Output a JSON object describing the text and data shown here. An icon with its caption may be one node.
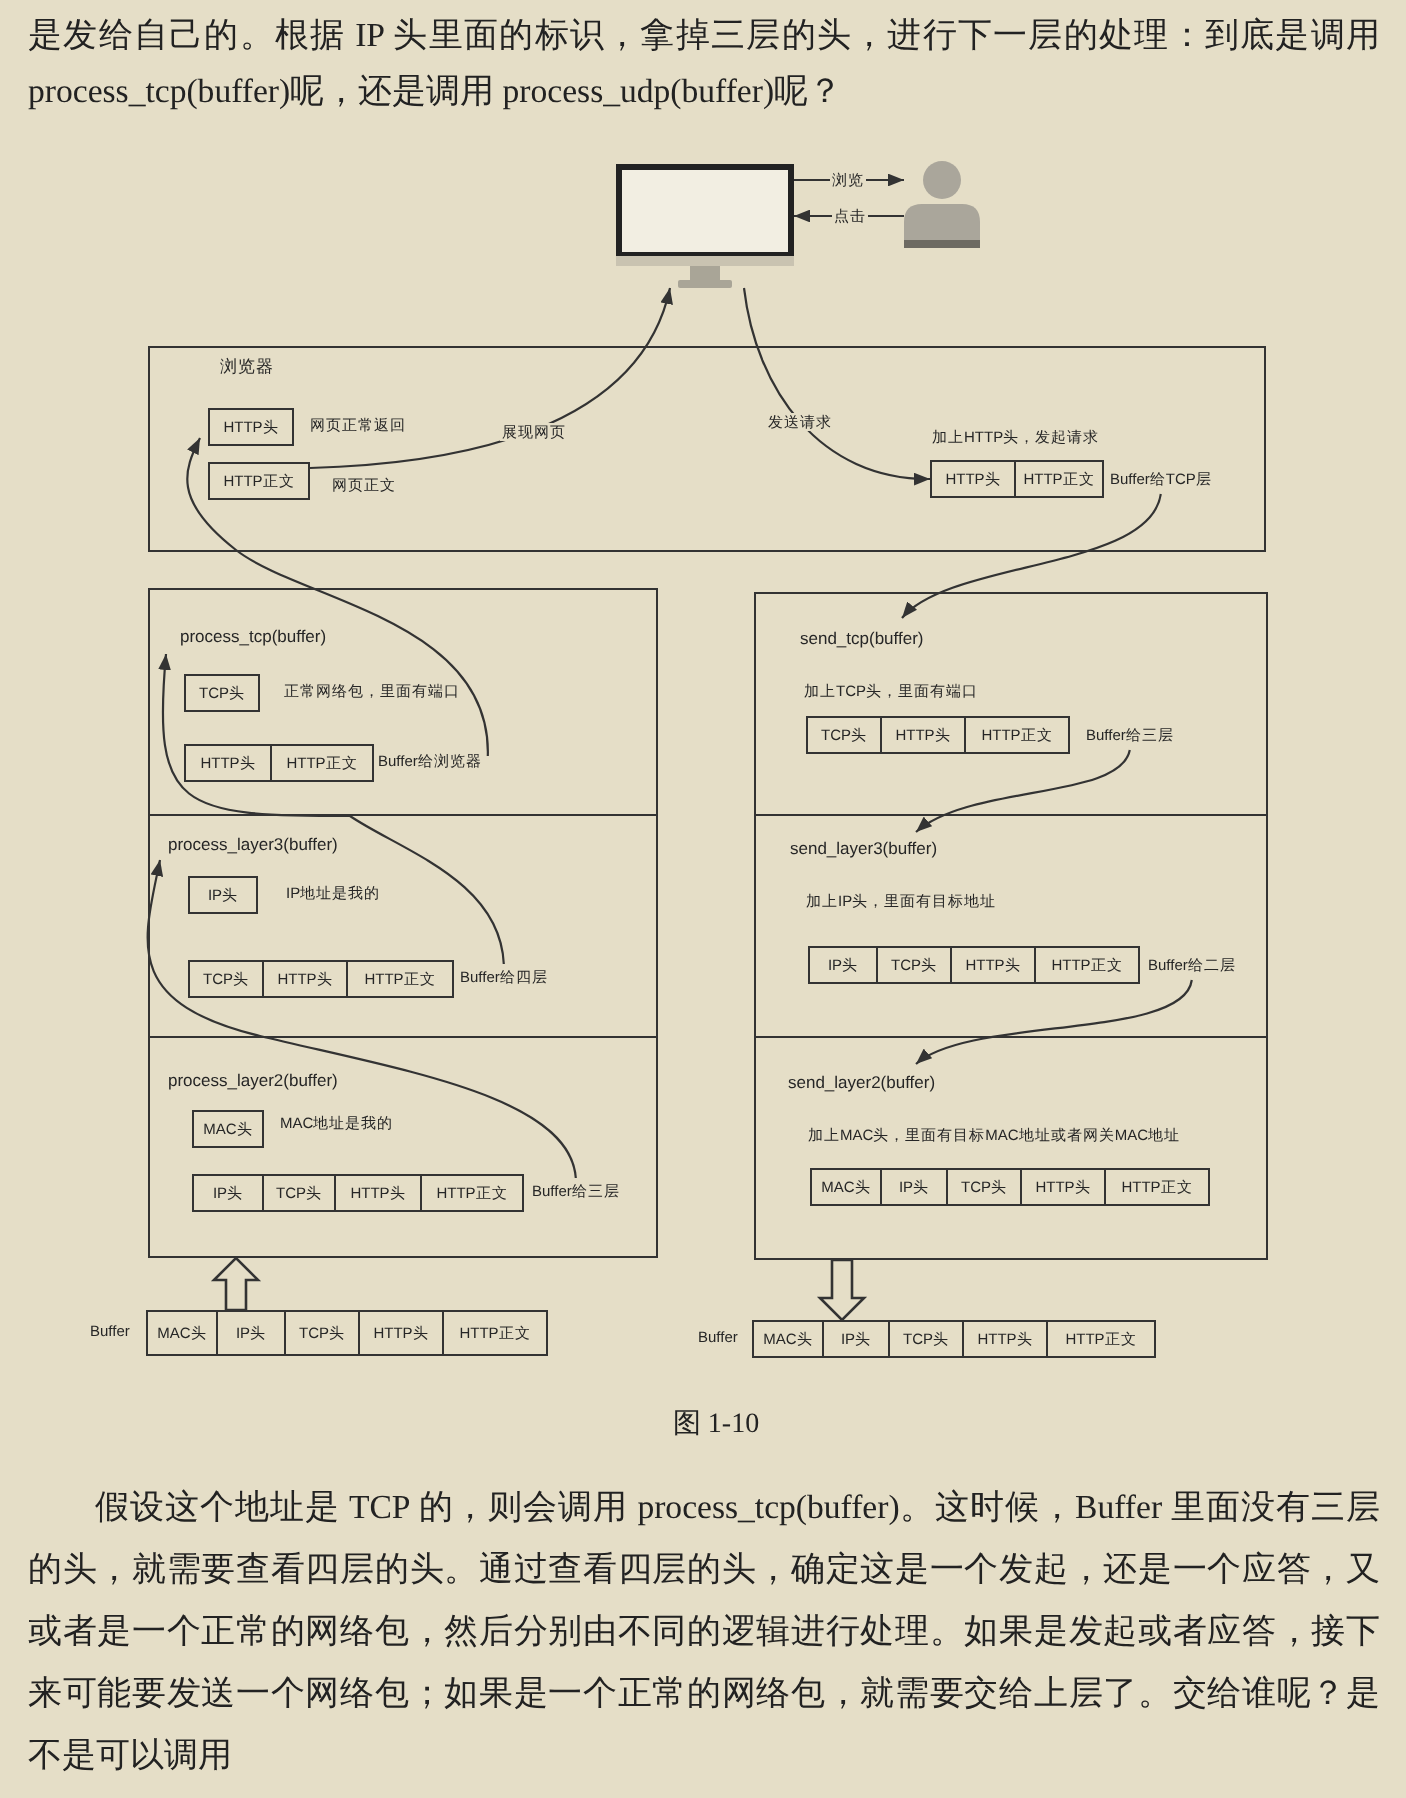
{
  "diagram": {
    "caption": "图 1-10",
    "nodes": [
      {
        "text": [],
        "shape": "monitor"
      },
      {
        "text": [],
        "shape": "person"
      },
      {
        "text": [
          "浏览器"
        ]
      },
      {
        "text": [
          "HTTP头"
        ],
        "in": 2,
        "beside": [
          "网页正常返回"
        ]
      },
      {
        "text": [
          "HTTP正文"
        ],
        "in": 2,
        "beside": [
          "网页正文"
        ]
      },
      {
        "text": [],
        "shape": "box",
        "in": 2,
        "beside": [
          "加上HTTP头，发起请求"
        ]
      },
      {
        "text": [
          "HTTP头"
        ],
        "in": 5
      },
      {
        "text": [
          "HTTP正文"
        ],
        "in": 5
      },
      {
        "text": [
          "Buffer给TCP层"
        ],
        "in": 2
      },
      {
        "text": [
          "process_tcp(buffer)"
        ]
      },
      {
        "text": [
          "TCP头"
        ],
        "in": 9,
        "beside": [
          "正常网络包，里面有端口"
        ]
      },
      {
        "text": [],
        "shape": "box",
        "in": 9
      },
      {
        "text": [
          "HTTP头"
        ],
        "in": 11
      },
      {
        "text": [
          "HTTP正文"
        ],
        "in": 11
      },
      {
        "text": [
          "Buffer给浏览器"
        ],
        "in": 9
      },
      {
        "text": [
          "process_layer3(buffer)"
        ]
      },
      {
        "text": [
          "IP头"
        ],
        "in": 15,
        "beside": [
          "IP地址是我的"
        ]
      },
      {
        "text": [],
        "shape": "box",
        "in": 15
      },
      {
        "text": [
          "TCP头"
        ],
        "in": 17
      },
      {
        "text": [
          "HTTP头"
        ],
        "in": 17
      },
      {
        "text": [
          "HTTP正文"
        ],
        "in": 17
      },
      {
        "text": [
          "Buffer给四层"
        ],
        "in": 15
      },
      {
        "text": [
          "process_layer2(buffer)"
        ]
      },
      {
        "text": [
          "MAC头"
        ],
        "in": 22,
        "beside": [
          "MAC地址是我的"
        ]
      },
      {
        "text": [],
        "shape": "box",
        "in": 22
      },
      {
        "text": [
          "IP头"
        ],
        "in": 24
      },
      {
        "text": [
          "TCP头"
        ],
        "in": 24
      },
      {
        "text": [
          "HTTP头"
        ],
        "in": 24
      },
      {
        "text": [
          "HTTP正文"
        ],
        "in": 24
      },
      {
        "text": [
          "Buffer给三层"
        ],
        "in": 22
      },
      {
        "text": [],
        "shape": "box",
        "beside": [
          "Buffer"
        ]
      },
      {
        "text": [
          "MAC头"
        ],
        "in": 30
      },
      {
        "text": [
          "IP头"
        ],
        "in": 30
      },
      {
        "text": [
          "TCP头"
        ],
        "in": 30
      },
      {
        "text": [
          "HTTP头"
        ],
        "in": 30
      },
      {
        "text": [
          "HTTP正文"
        ],
        "in": 30
      },
      {
        "text": [
          "send_tcp(buffer)"
        ]
      },
      {
        "text": [],
        "shape": "box",
        "in": 36,
        "beside": [
          "加上TCP头，里面有端口"
        ]
      },
      {
        "text": [
          "TCP头"
        ],
        "in": 37
      },
      {
        "text": [
          "HTTP头"
        ],
        "in": 37
      },
      {
        "text": [
          "HTTP正文"
        ],
        "in": 37
      },
      {
        "text": [
          "Buffer给三层"
        ],
        "in": 36
      },
      {
        "text": [
          "send_layer3(buffer)"
        ]
      },
      {
        "text": [],
        "shape": "box",
        "in": 42,
        "beside": [
          "加上IP头，里面有目标地址"
        ]
      },
      {
        "text": [
          "IP头"
        ],
        "in": 43
      },
      {
        "text": [
          "TCP头"
        ],
        "in": 43
      },
      {
        "text": [
          "HTTP头"
        ],
        "in": 43
      },
      {
        "text": [
          "HTTP正文"
        ],
        "in": 43
      },
      {
        "text": [
          "Buffer给二层"
        ],
        "in": 42
      },
      {
        "text": [
          "send_layer2(buffer)"
        ]
      },
      {
        "text": [],
        "shape": "box",
        "in": 49,
        "beside": [
          "加上MAC头，里面有目标MAC地址或者网关MAC地址"
        ]
      },
      {
        "text": [
          "MAC头"
        ],
        "in": 50
      },
      {
        "text": [
          "IP头"
        ],
        "in": 50
      },
      {
        "text": [
          "TCP头"
        ],
        "in": 50
      },
      {
        "text": [
          "HTTP头"
        ],
        "in": 50
      },
      {
        "text": [
          "HTTP正文"
        ],
        "in": 50
      },
      {
        "text": [],
        "shape": "box",
        "beside": [
          "Buffer"
        ]
      },
      {
        "text": [
          "MAC头"
        ],
        "in": 56
      },
      {
        "text": [
          "IP头"
        ],
        "in": 56
      },
      {
        "text": [
          "TCP头"
        ],
        "in": 56
      },
      {
        "text": [
          "HTTP头"
        ],
        "in": 56
      },
      {
        "text": [
          "HTTP正文"
        ],
        "in": 56
      }
    ],
    "edges": [
      {
        "from": 0,
        "to": 1,
        "arrow": "to",
        "label": "浏览"
      },
      {
        "from": 1,
        "to": 0,
        "arrow": "to",
        "label": "点击"
      },
      {
        "from": 4,
        "to": 0,
        "arrow": "to",
        "label": "展现网页"
      },
      {
        "from": 0,
        "to": 5,
        "arrow": "to",
        "label": "发送请求"
      },
      {
        "from": 8,
        "to": 36,
        "arrow": "to"
      },
      {
        "from": 14,
        "to": 3,
        "arrow": "to"
      },
      {
        "from": 21,
        "to": 9,
        "arrow": "to"
      },
      {
        "from": 29,
        "to": 15,
        "arrow": "to"
      },
      {
        "from": 30,
        "to": 22,
        "arrow": "to",
        "style": "thick"
      },
      {
        "from": 41,
        "to": 42,
        "arrow": "to"
      },
      {
        "from": 48,
        "to": 49,
        "arrow": "to"
      },
      {
        "from": 49,
        "to": 56,
        "arrow": "to",
        "style": "thick"
      }
    ],
    "labels": [
      "是发给自己的。根据 IP 头里面的标识，拿掉三层的头，进行下一层的处理：到底是调用 process_tcp(buffer)呢，还是调用 process_udp(buffer)呢？",
      "假设这个地址是 TCP 的，则会调用 process_tcp(buffer)。这时候，Buffer 里面没有三层的头，就需要查看四层的头。通过查看四层的头，确定这是一个发起，还是一个应答，又或者是一个正常的网络包，然后分别由不同的逻辑进行处理。如果是发起或者应答，接下来可能要发送一个网络包；如果是一个正常的网络包，就需要交给上层了。交给谁呢？是不是可以调用"
    ]
  }
}
